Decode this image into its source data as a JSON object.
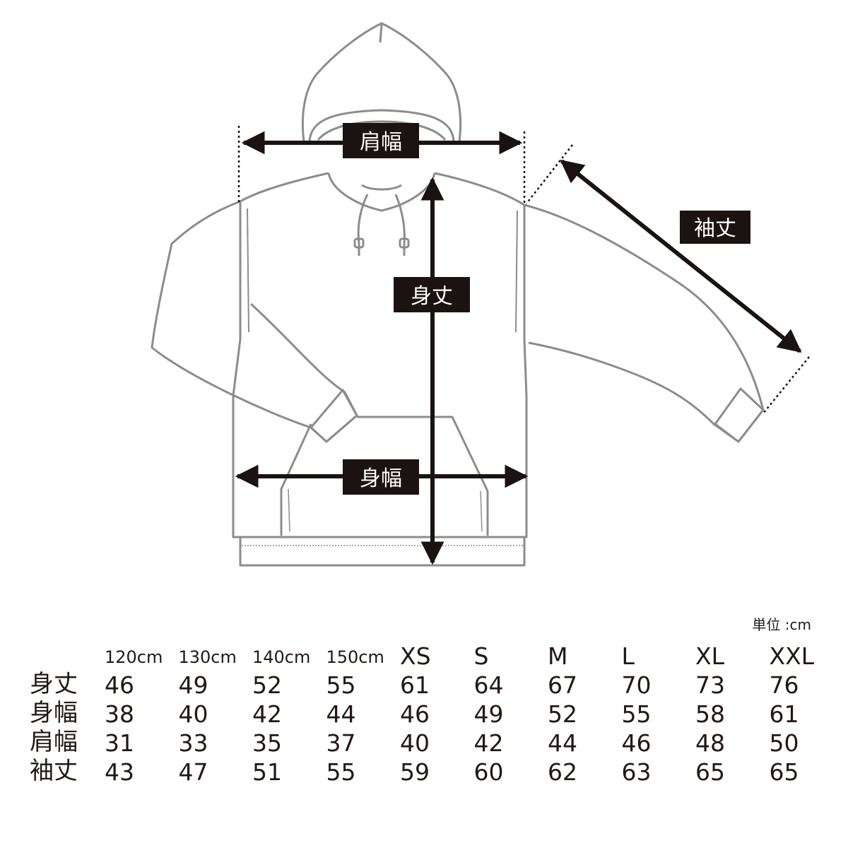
{
  "diagram": {
    "labels": {
      "shoulder_width": "肩幅",
      "body_length": "身丈",
      "body_width": "身幅",
      "sleeve_length": "袖丈"
    }
  },
  "size_table": {
    "unit": "単位 :cm",
    "sizes": [
      "120cm",
      "130cm",
      "140cm",
      "150cm",
      "XS",
      "S",
      "M",
      "L",
      "XL",
      "XXL"
    ],
    "rows": [
      {
        "label": "身丈",
        "values": [
          "46",
          "49",
          "52",
          "55",
          "61",
          "64",
          "67",
          "70",
          "73",
          "76"
        ]
      },
      {
        "label": "身幅",
        "values": [
          "38",
          "40",
          "42",
          "44",
          "46",
          "49",
          "52",
          "55",
          "58",
          "61"
        ]
      },
      {
        "label": "肩幅",
        "values": [
          "31",
          "33",
          "35",
          "37",
          "40",
          "42",
          "44",
          "46",
          "48",
          "50"
        ]
      },
      {
        "label": "袖丈",
        "values": [
          "43",
          "47",
          "51",
          "55",
          "59",
          "60",
          "62",
          "63",
          "65",
          "65"
        ]
      }
    ]
  },
  "colors": {
    "outline": "#8c8c8c",
    "arrow": "#1a1311",
    "label_bg": "#1a1311"
  }
}
